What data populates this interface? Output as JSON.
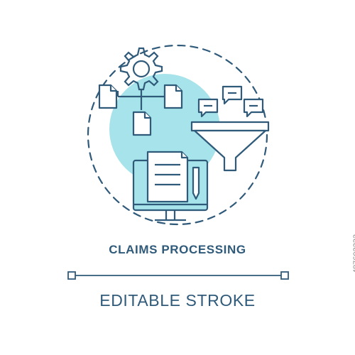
{
  "title": "CLAIMS PROCESSING",
  "subtitle": "EDITABLE STROKE",
  "side_text": "487602232",
  "colors": {
    "stroke": "#2f5a7a",
    "accent": "#a6e3ea",
    "background": "#ffffff"
  },
  "icons": [
    "gear-icon",
    "document-icon",
    "funnel-icon",
    "chat-bubble-icon",
    "monitor-icon",
    "pen-icon"
  ]
}
